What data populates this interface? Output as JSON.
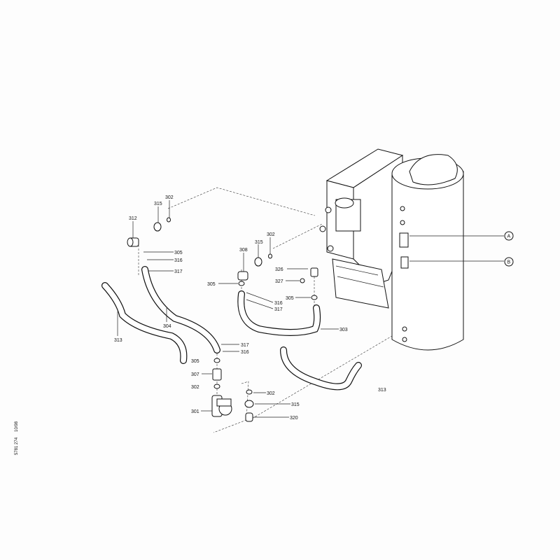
{
  "diagram": {
    "document_code": "5781 274",
    "document_date": "10/98",
    "callouts": {
      "c302a": "302",
      "c315a": "315",
      "c312": "312",
      "c305a": "305",
      "c316a": "316",
      "c317a": "317",
      "c304": "304",
      "c313a": "313",
      "c308": "308",
      "c315b": "315",
      "c302b": "302",
      "c326": "326",
      "c327": "327",
      "c305b": "305",
      "c305c": "305",
      "c316b": "316",
      "c317b": "317",
      "c303": "303",
      "c317c": "317",
      "c316c": "316",
      "c305d": "305",
      "c307": "307",
      "c302c": "302",
      "c301": "301",
      "c302d": "302",
      "c315c": "315",
      "c320": "320",
      "c313b": "313",
      "cA": "A",
      "cB": "B"
    }
  }
}
